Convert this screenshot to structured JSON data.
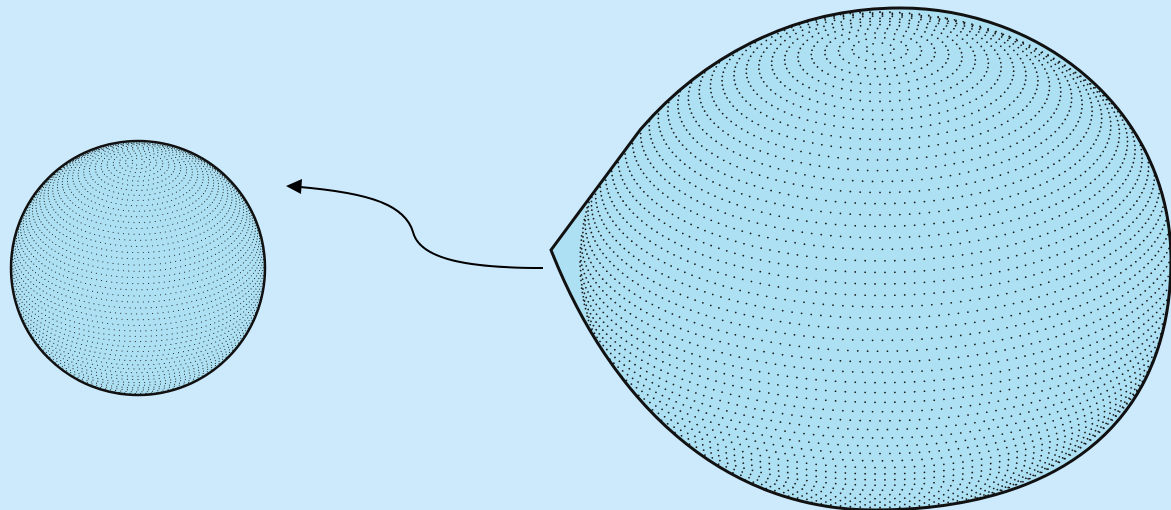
{
  "diagram": {
    "background_color": "#cdeafd",
    "shape_fill_color": "#ade0f3",
    "dot_color": "#1a1a1a",
    "outline_color": "#111111",
    "arrow_color": "#000000",
    "small_shape": {
      "kind": "sphere"
    },
    "large_shape": {
      "kind": "teardrop"
    },
    "arrow": {
      "direction": "right-to-left",
      "from": "large_shape",
      "to": "small_shape"
    }
  }
}
